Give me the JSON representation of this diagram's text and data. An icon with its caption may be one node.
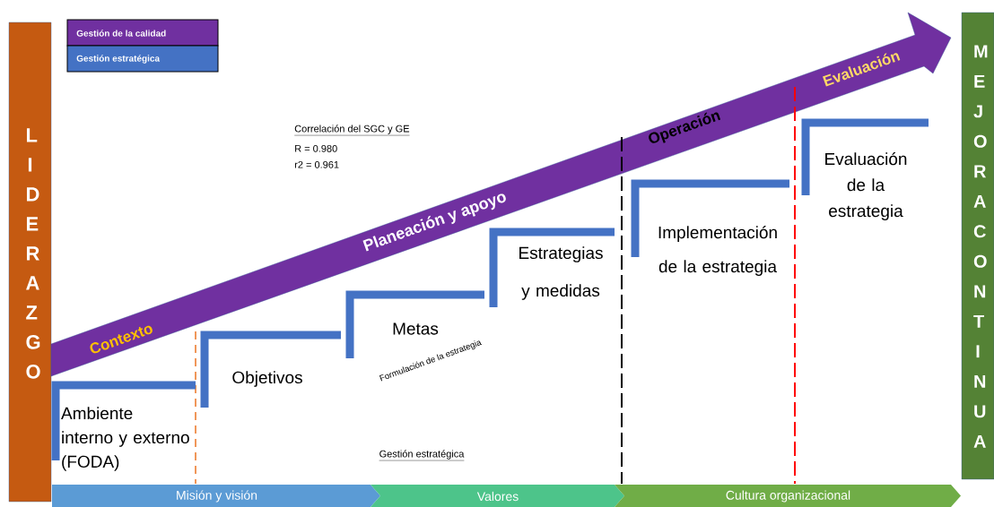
{
  "diagram": {
    "nodes": [
      {
        "text": [
          "LIDERAZGO"
        ]
      },
      {
        "text": [
          "MEJORA CONTINUA"
        ]
      },
      {
        "text": [
          "Contexto",
          "Planeación y apoyo",
          "Operación",
          "Evaluación"
        ]
      },
      {
        "text": [
          "Ambiente interno y externo (FODA)"
        ]
      },
      {
        "text": [
          "Objetivos"
        ]
      },
      {
        "text": [
          "Metas"
        ]
      },
      {
        "text": [
          "Estrategias y medidas"
        ]
      },
      {
        "text": [
          "Implementación de la estrategia"
        ]
      },
      {
        "text": [
          "Evaluación de la estrategia"
        ]
      },
      {
        "text": [
          "Misión y visión"
        ]
      },
      {
        "text": [
          "Valores"
        ]
      },
      {
        "text": [
          "Cultura organizacional"
        ]
      }
    ],
    "labels": [
      "Correlación del SGC y GE",
      "R   = 0.980",
      "r2 = 0.961",
      "Formulación de la estrategia",
      "Gestión estratégica"
    ],
    "legend": [
      {
        "text": "Gestión de la calidad",
        "color": "#7030a0"
      },
      {
        "text": "Gestión estratégica",
        "color": "#4472c4"
      }
    ]
  }
}
